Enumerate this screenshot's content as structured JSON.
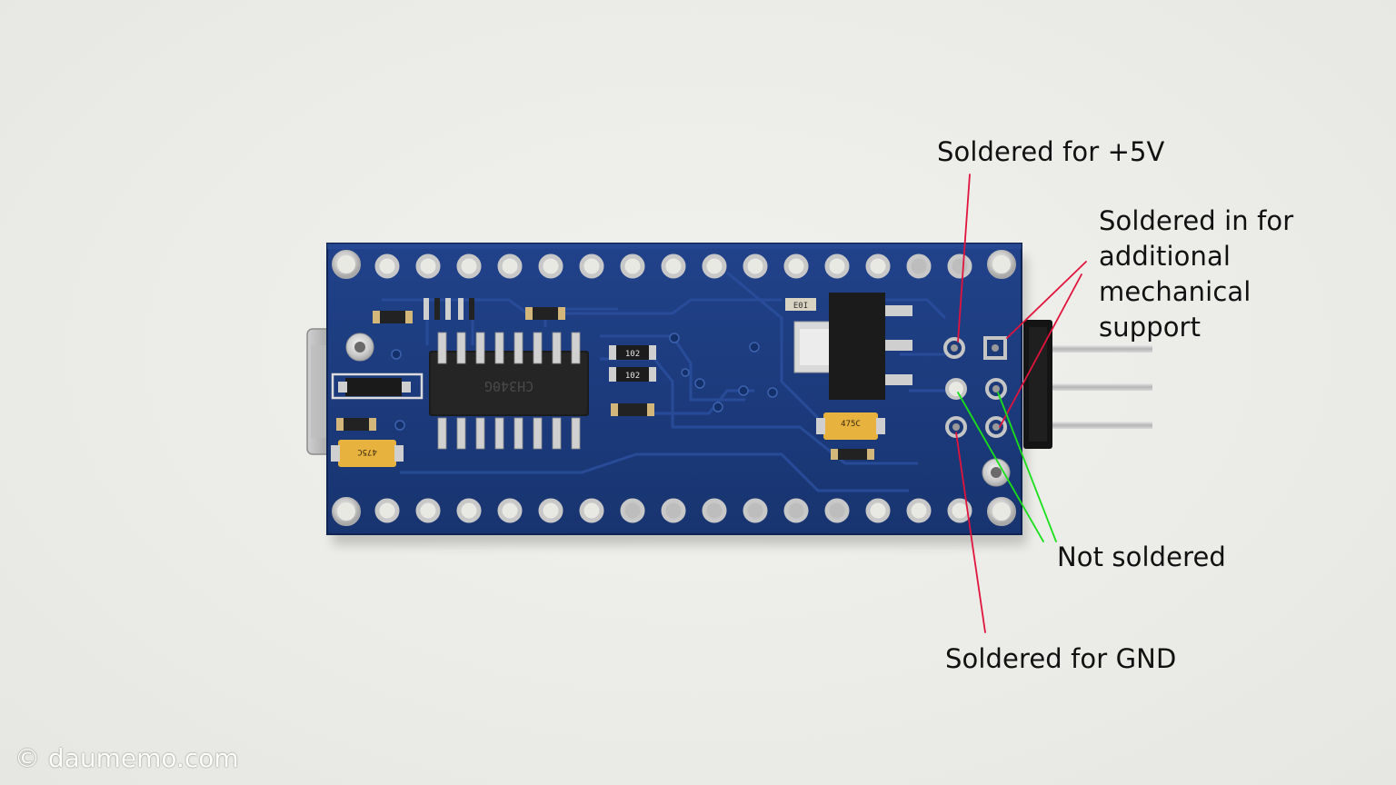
{
  "annotations": {
    "soldered_5v": "Soldered for +5V",
    "mechanical_lines": [
      "Soldered in for",
      "additional mechanical",
      "support"
    ],
    "not_soldered": "Not soldered",
    "soldered_gnd": "Soldered for GND"
  },
  "watermark": "© daumemo.com",
  "colors": {
    "background": "#ececE8",
    "pcb": "#1d3a78",
    "label_line_red": "#e0143c",
    "label_line_green": "#19e019",
    "annotation_text": "#111111"
  },
  "subject": {
    "board_type": "arduino-nano-pcb",
    "chip_marking": "CH340G",
    "resistor_markings": [
      "102",
      "102"
    ],
    "capacitor_markings": [
      "475C",
      "475C"
    ],
    "regulator_marking": "E0I"
  }
}
